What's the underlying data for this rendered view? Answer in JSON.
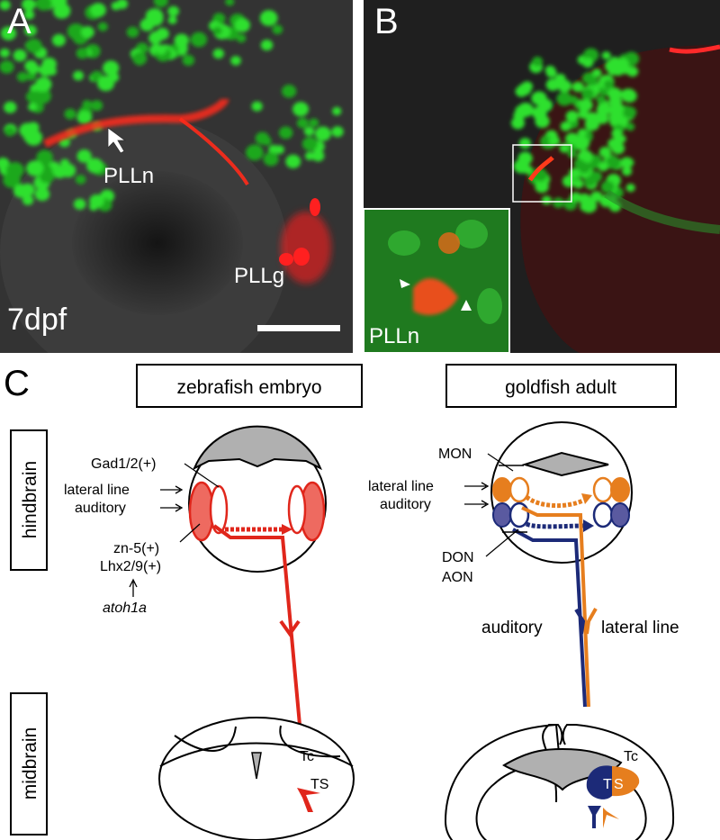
{
  "figure": {
    "panels": [
      {
        "id": "A",
        "label": "A",
        "annotations": {
          "nerve": "PLLn",
          "ganglion": "PLLg",
          "stage": "7dpf"
        },
        "has_scale_bar": true,
        "colors": {
          "green_cells": "#2ee02e",
          "red_label": "#ff2020"
        }
      },
      {
        "id": "B",
        "label": "B",
        "inset_label": "PLLn",
        "colors": {
          "green_cells": "#2ee02e",
          "red_label": "#ff2020"
        }
      },
      {
        "id": "C",
        "label": "C",
        "columns": [
          {
            "title": "zebrafish embryo"
          },
          {
            "title": "goldfish adult"
          }
        ],
        "rows": [
          {
            "title": "hindbrain"
          },
          {
            "title": "midbrain"
          }
        ],
        "zebrafish_labels": {
          "gad": "Gad1/2(+)",
          "lateral_line": "lateral line",
          "auditory": "auditory",
          "zn5": "zn-5(+)",
          "lhx": "Lhx2/9(+)",
          "atoh": "atoh1a",
          "tc": "Tc",
          "ts": "TS"
        },
        "goldfish_labels": {
          "mon": "MON",
          "lateral_line": "lateral line",
          "auditory": "auditory",
          "don": "DON",
          "aon": "AON",
          "tract_auditory": "auditory",
          "tract_lateral_line": "lateral line",
          "tc": "Tc",
          "ts_t": "T",
          "ts_s": "S"
        },
        "colors": {
          "zebrafish_pathway": "#e0261b",
          "zebrafish_fill": "#ee6a60",
          "lateral_line": "#e67e1e",
          "auditory": "#1c2a78",
          "auditory_fill": "#5a5aa0",
          "gray": "#b0b0b0"
        }
      }
    ]
  }
}
